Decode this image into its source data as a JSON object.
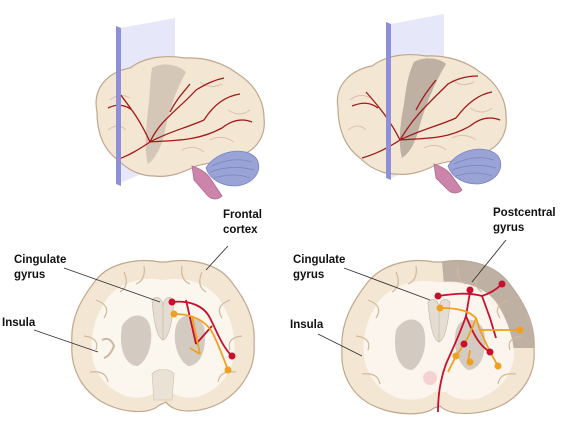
{
  "labels": {
    "left_frontal": [
      "Frontal",
      "cortex"
    ],
    "left_cingulate": [
      "Cingulate",
      "gyrus"
    ],
    "left_insula": "Insula",
    "right_postcentral": [
      "Postcentral",
      "gyrus"
    ],
    "right_cingulate": [
      "Cingulate",
      "gyrus"
    ],
    "right_insula": "Insula"
  },
  "colors": {
    "brain": "#f3e6d3",
    "brain_outline": "#bfa88e",
    "white_matter": "#fbf6ee",
    "gray_structure": "#d3cbc1",
    "highlight_region": "#b8aa9c",
    "vessel": "#a11a1a",
    "cerebellum": "#9aa3d6",
    "brainstem": "#cc84aa",
    "plane": "#c7c9ef",
    "plane_edge": "#8d8fd8",
    "pathway_red": "#c8102e",
    "pathway_orange": "#f0a020"
  }
}
